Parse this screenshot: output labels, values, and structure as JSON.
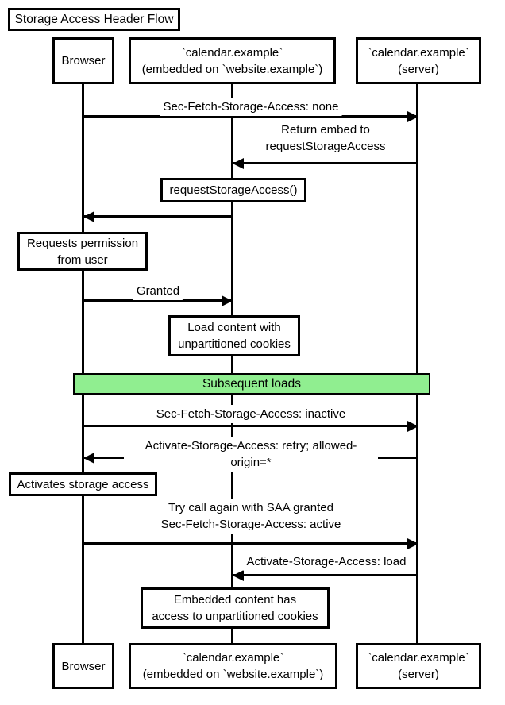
{
  "title": "Storage Access Header Flow",
  "colors": {
    "line": "#000000",
    "box_fill": "#ffffff",
    "text": "#000000",
    "section_fill": "#90ee90"
  },
  "participants": [
    {
      "name": "browser",
      "label": "Browser"
    },
    {
      "name": "embed",
      "label": "`calendar.example`\n(embedded on `website.example`)"
    },
    {
      "name": "server",
      "label": "`calendar.example`\n(server)"
    }
  ],
  "messages": [
    {
      "text": "Sec-Fetch-Storage-Access: none",
      "from": "browser",
      "to": "server",
      "style": "label"
    },
    {
      "text": "Return embed to\nrequestStorageAccess",
      "from": "server",
      "to": "embed",
      "style": "label"
    },
    {
      "text": "requestStorageAccess()",
      "from": "embed",
      "to": "browser",
      "style": "note"
    },
    {
      "text": "Requests permission\nfrom user",
      "over": "browser",
      "style": "note"
    },
    {
      "text": "Granted",
      "from": "browser",
      "to": "embed",
      "style": "label"
    },
    {
      "text": "Load content with\nunpartitioned cookies",
      "over": "embed",
      "style": "note"
    },
    {
      "text": "Sec-Fetch-Storage-Access: inactive",
      "from": "browser",
      "to": "server",
      "style": "label"
    },
    {
      "text": "Activate-Storage-Access: retry; allowed-origin=*",
      "from": "server",
      "to": "browser",
      "style": "label"
    },
    {
      "text": "Activates storage access",
      "over": "browser",
      "style": "note"
    },
    {
      "text": "Try call again with SAA granted\nSec-Fetch-Storage-Access: active",
      "from": "browser",
      "to": "server",
      "style": "label"
    },
    {
      "text": "Activate-Storage-Access: load",
      "from": "server",
      "to": "embed",
      "style": "label"
    },
    {
      "text": "Embedded content has\naccess to unpartitioned cookies",
      "over": "embed",
      "style": "note"
    }
  ],
  "section": {
    "label": "Subsequent loads"
  }
}
